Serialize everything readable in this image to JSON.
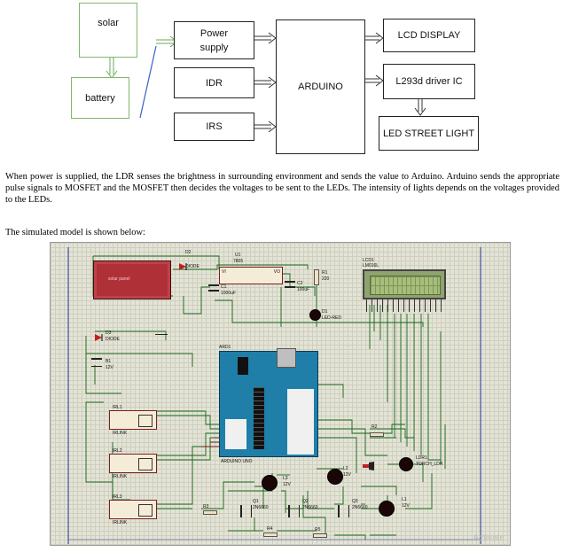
{
  "diagram": {
    "solar": "solar",
    "battery": "battery",
    "power_supply": "Power supply",
    "ldr": "IDR",
    "irs": "IRS",
    "arduino": "ARDUINO",
    "lcd": "LCD DISPLAY",
    "driver": "L293d driver IC",
    "led": "LED STREET LIGHT"
  },
  "text": {
    "paragraph": "When power is supplied, the LDR senses the brightness in surrounding environment and sends the value to Arduino. Arduino sends the appropriate pulse signals to MOSFET and the MOSFET then decides the voltages to be sent to the LEDs. The intensity of lights depends on the voltages provided to the LEDs.",
    "intro": "The simulated model is shown below:"
  },
  "schematic": {
    "solar_panel": "solar panel",
    "d2": "D2",
    "d2_part": "DIODE",
    "u1": "U1",
    "u1_part": "7805",
    "vi": "VI",
    "vo": "VO",
    "c1": "C1",
    "c1_val": "1000uF",
    "c2": "C2",
    "c2_val": "100uF",
    "r1": "R1",
    "r1_val": "220",
    "d1": "D1",
    "d1_part": "LED-RED",
    "lcd1": "LCD1",
    "lcd1_part": "LM016L",
    "d3": "D3",
    "d3_part": "DIODE",
    "b1": "B1",
    "b1_val": "12V",
    "ard1": "ARD1",
    "arduino_uno": "ARDUINO UNO",
    "irl1": "IRL1",
    "irl2": "IRL2",
    "irl3": "IRL3",
    "irlink": "IRLINK",
    "r2": "R2",
    "r3": "R3",
    "r4": "R4",
    "r5": "R5",
    "ldr1": "LDR1",
    "ldr1_part": "TORCH_LDR",
    "l1": "L1",
    "l2": "L2",
    "l3": "L3",
    "lamp_v": "12V",
    "q1": "Q1",
    "q2": "Q2",
    "q3": "Q3",
    "q_part": "2N6660",
    "watermark": "Activate"
  }
}
